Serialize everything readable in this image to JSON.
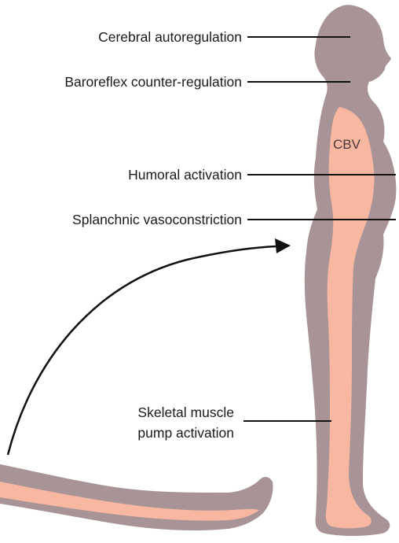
{
  "labels": {
    "cerebral": "Cerebral autoregulation",
    "baroreflex": "Baroreflex counter-regulation",
    "humoral": "Humoral activation",
    "splanchnic": "Splanchnic vasoconstriction",
    "skeletal_line1": "Skeletal muscle",
    "skeletal_line2": "pump activation",
    "cbv": "CBV"
  },
  "colors": {
    "body_outline": "#a89496",
    "blood_volume": "#f7b7a1",
    "text": "#1a1a1a",
    "arrow": "#111111"
  }
}
